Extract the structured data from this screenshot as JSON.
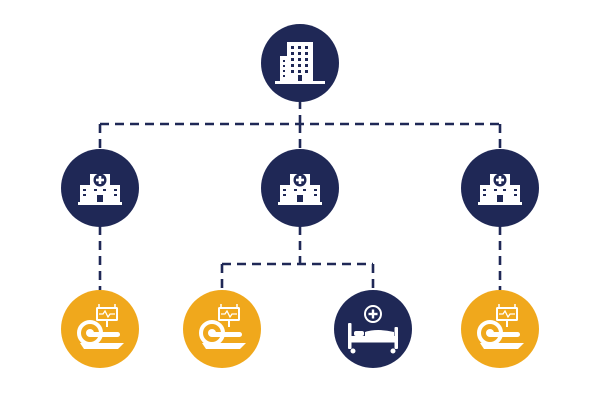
{
  "colors": {
    "navy": "#1f2856",
    "gold": "#f0a81c",
    "connector": "#1f2856",
    "icon_fill": "#ffffff",
    "background": "#ffffff"
  },
  "nodes": {
    "hq": {
      "icon": "office-building-icon",
      "color": "navy"
    },
    "hospitals": [
      {
        "icon": "hospital-icon",
        "color": "navy"
      },
      {
        "icon": "hospital-icon",
        "color": "navy"
      },
      {
        "icon": "hospital-icon",
        "color": "navy"
      }
    ],
    "units": [
      {
        "icon": "mri-scanner-icon",
        "color": "gold"
      },
      {
        "icon": "mri-scanner-icon",
        "color": "gold"
      },
      {
        "icon": "hospital-bed-icon",
        "color": "navy"
      },
      {
        "icon": "mri-scanner-icon",
        "color": "gold"
      }
    ]
  },
  "connector_style": "dashed"
}
